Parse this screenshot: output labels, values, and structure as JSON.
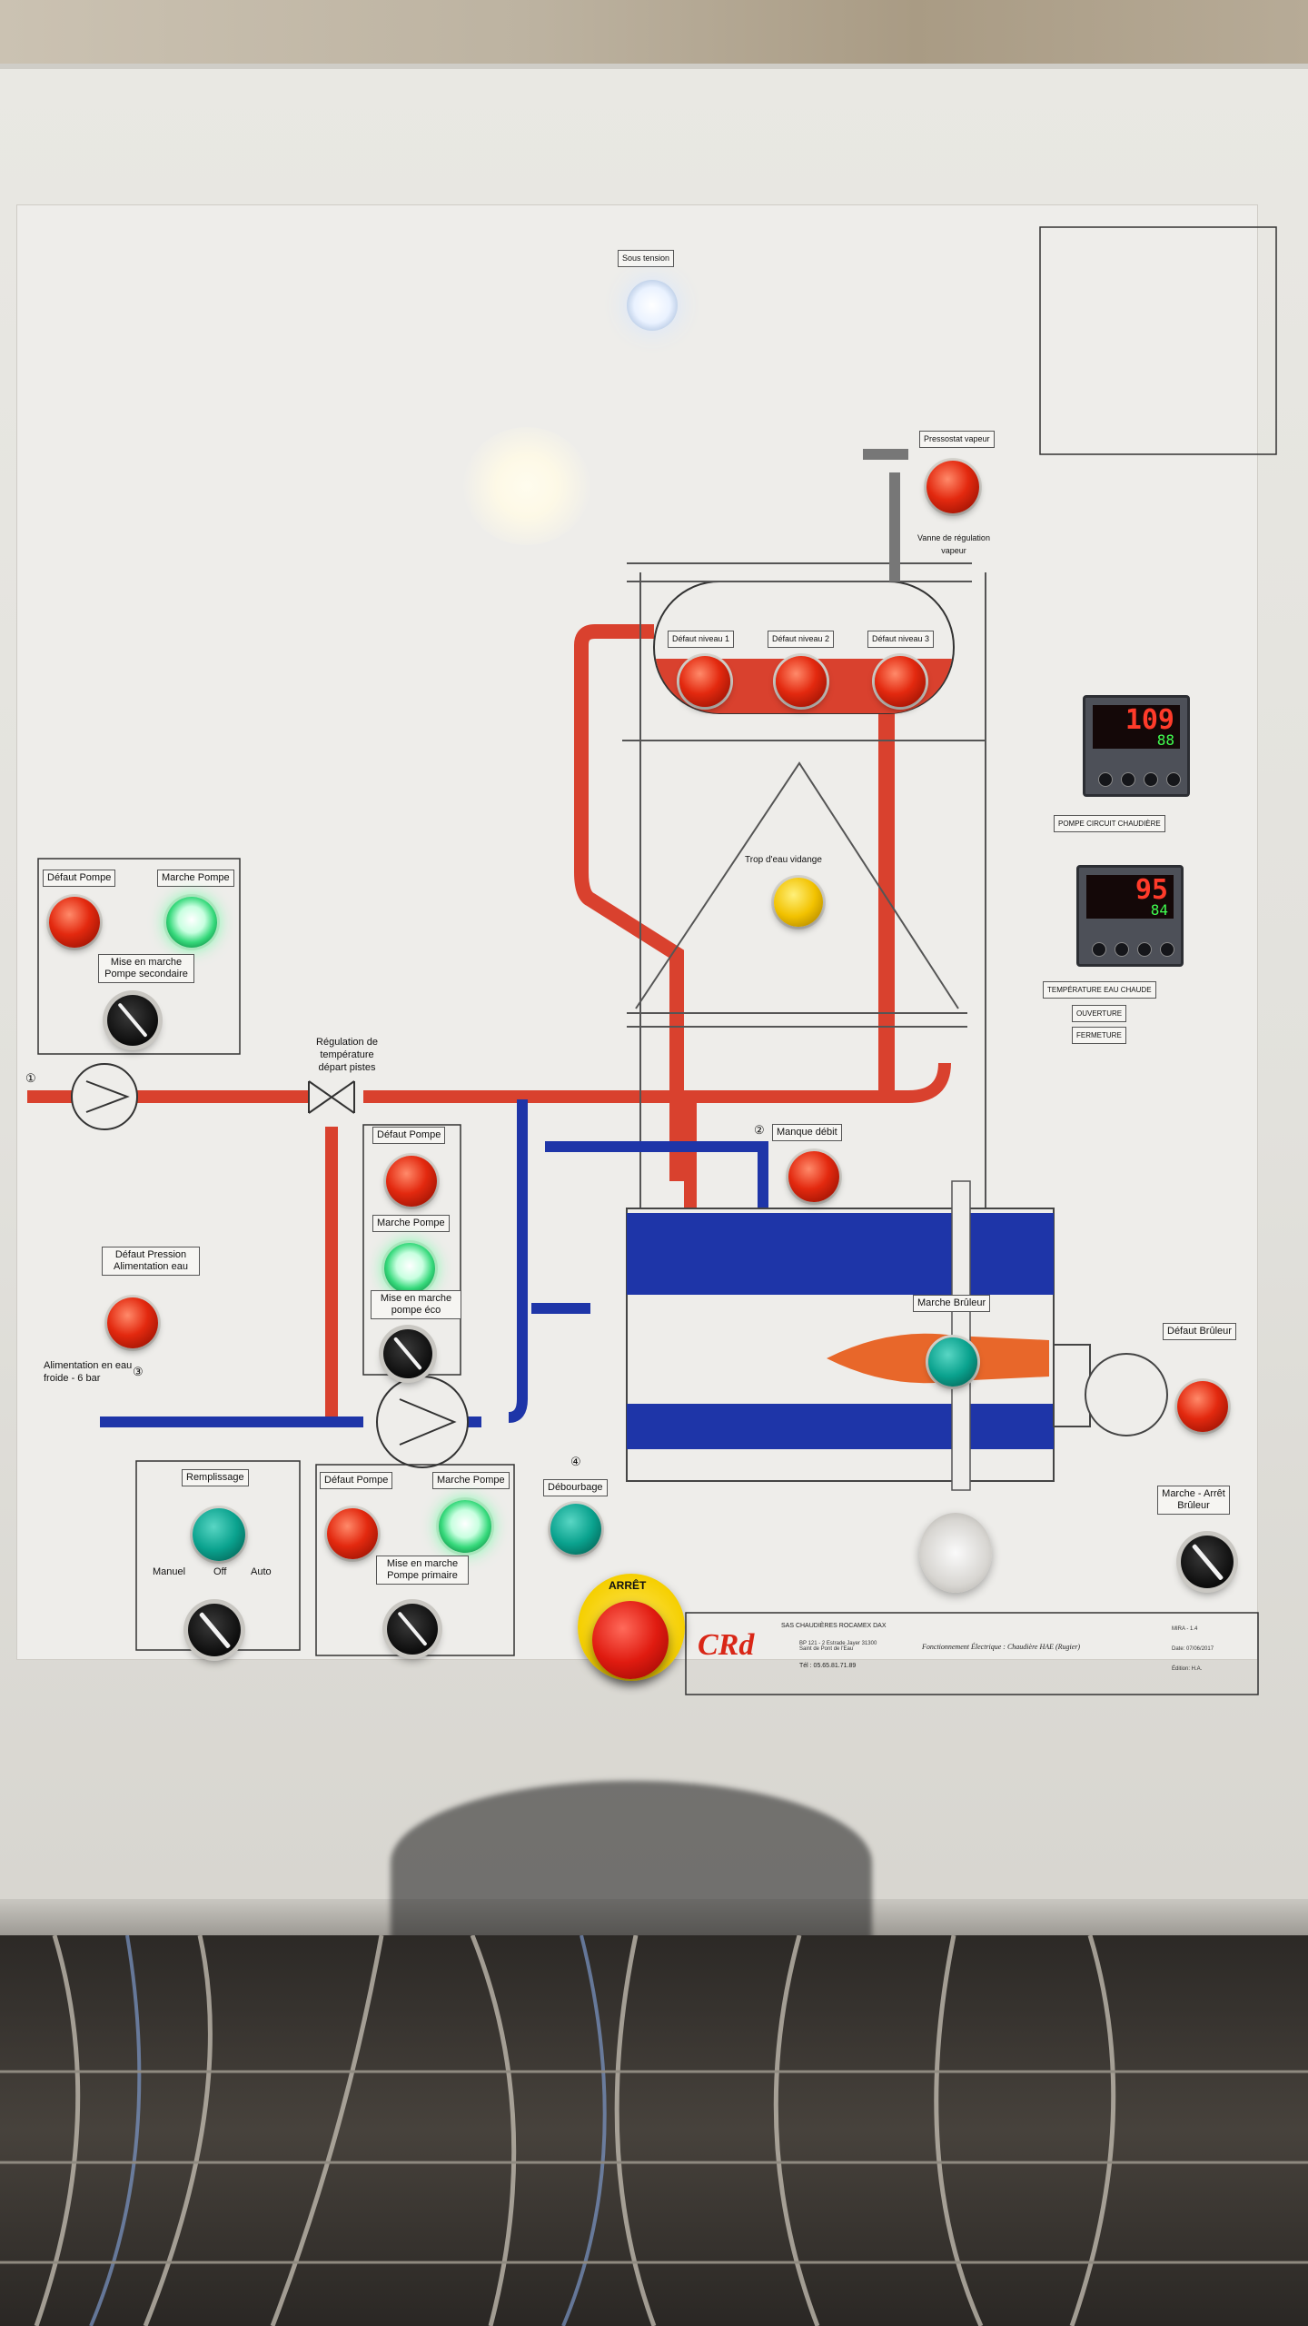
{
  "top": {
    "lamp_label": "Sous tension"
  },
  "legend": {
    "items": [
      "",
      "",
      "",
      "",
      "",
      "",
      "",
      "",
      "",
      "",
      "",
      "",
      ""
    ]
  },
  "steam": {
    "lamp_label": "Pressostat vapeur",
    "valve_label": "Vanne de régulation vapeur"
  },
  "levels": {
    "label1": "Défaut niveau 1",
    "label2": "Défaut niveau 2",
    "label3": "Défaut niveau 3"
  },
  "overflow": {
    "label": "Trop d'eau vidange"
  },
  "controller1": {
    "pv": "109",
    "sv": "88",
    "label": "POMPE CIRCUIT CHAUDIÈRE"
  },
  "controller2": {
    "pv": "95",
    "sv": "84",
    "label": "TEMPÉRATURE EAU CHAUDE",
    "sub1": "OUVERTURE",
    "sub2": "FERMETURE"
  },
  "secondary": {
    "fault_label": "Défaut Pompe",
    "run_label": "Marche Pompe",
    "switch_label": "Mise en marche Pompe secondaire"
  },
  "regulation": {
    "label": "Régulation de température départ pistes",
    "num": "①"
  },
  "eco": {
    "fault_label": "Défaut Pompe",
    "run_label": "Marche Pompe",
    "switch_label": "Mise en marche pompe éco"
  },
  "flow": {
    "label": "Manque débit",
    "num": "②"
  },
  "pressure": {
    "label": "Défaut Pression Alimentation eau"
  },
  "supply": {
    "label": "Alimentation en eau froide - 6 bar",
    "num": "③"
  },
  "burner": {
    "run_label": "Marche Brûleur",
    "fault_label": "Défaut Brûleur",
    "switch_label": "Marche - Arrêt Brûleur"
  },
  "fill": {
    "label": "Remplissage",
    "manual": "Manuel",
    "off": "Off",
    "auto": "Auto"
  },
  "primary": {
    "fault_label": "Défaut Pompe",
    "run_label": "Marche Pompe",
    "switch_label": "Mise en marche Pompe primaire"
  },
  "blowdown": {
    "label": "Débourbage",
    "num": "④"
  },
  "estop": {
    "label": "ARRÊT"
  },
  "titleblock": {
    "logo": "CRd",
    "company": "SAS CHAUDIÈRES ROCAMEX DAX",
    "address": "BP 121 - 2 Estrade Jayer 31300 Saint de Pont de l'Eau",
    "phone": "Tél : 05.65.81.71.89",
    "title": "Fonctionnement Électrique : Chaudière HAE (Rugier)",
    "ref1": "MIRA - 1.4",
    "ref2": "Date: 07/06/2017",
    "ref3": "Édition: H.A."
  }
}
